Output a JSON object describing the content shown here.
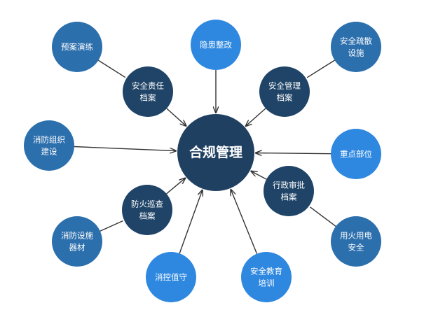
{
  "diagram": {
    "colors": {
      "center": "#1f4061",
      "dark": "#1f4467",
      "mid": "#2c6fad",
      "bright": "#2f88e0",
      "edge": "#333333",
      "text": "#ffffff"
    },
    "center": {
      "id": "compliance",
      "label": [
        "合规管理"
      ]
    },
    "nodes": [
      {
        "id": "drill",
        "label": [
          "预案演练"
        ],
        "tone": "mid"
      },
      {
        "id": "hazard",
        "label": [
          "隐患整改"
        ],
        "tone": "bright"
      },
      {
        "id": "evac",
        "label": [
          "安全疏散",
          "设施"
        ],
        "tone": "mid"
      },
      {
        "id": "resp",
        "label": [
          "安全责任",
          "档案"
        ],
        "tone": "dark"
      },
      {
        "id": "mgmt",
        "label": [
          "安全管理",
          "档案"
        ],
        "tone": "dark"
      },
      {
        "id": "org",
        "label": [
          "消防组织",
          "建设"
        ],
        "tone": "mid"
      },
      {
        "id": "key",
        "label": [
          "重点部位"
        ],
        "tone": "bright"
      },
      {
        "id": "admin",
        "label": [
          "行政审批",
          "档案"
        ],
        "tone": "dark"
      },
      {
        "id": "patrol",
        "label": [
          "防火巡查",
          "档案"
        ],
        "tone": "dark"
      },
      {
        "id": "equip",
        "label": [
          "消防设施",
          "器材"
        ],
        "tone": "mid"
      },
      {
        "id": "power",
        "label": [
          "用火用电",
          "安全"
        ],
        "tone": "mid"
      },
      {
        "id": "watch",
        "label": [
          "消控值守"
        ],
        "tone": "bright"
      },
      {
        "id": "edu",
        "label": [
          "安全教育",
          "培训"
        ],
        "tone": "bright"
      }
    ],
    "edges": [
      {
        "from": "drill",
        "to": "resp",
        "arrow": false
      },
      {
        "from": "evac",
        "to": "mgmt",
        "arrow": false
      },
      {
        "from": "equip",
        "to": "patrol",
        "arrow": false
      },
      {
        "from": "power",
        "to": "admin",
        "arrow": false
      },
      {
        "from": "resp",
        "to": "compliance",
        "arrow": true
      },
      {
        "from": "mgmt",
        "to": "compliance",
        "arrow": true
      },
      {
        "from": "patrol",
        "to": "compliance",
        "arrow": true
      },
      {
        "from": "admin",
        "to": "compliance",
        "arrow": true
      },
      {
        "from": "hazard",
        "to": "compliance",
        "arrow": true
      },
      {
        "from": "org",
        "to": "compliance",
        "arrow": true
      },
      {
        "from": "key",
        "to": "compliance",
        "arrow": true
      },
      {
        "from": "watch",
        "to": "compliance",
        "arrow": true
      },
      {
        "from": "edu",
        "to": "compliance",
        "arrow": true
      }
    ]
  }
}
